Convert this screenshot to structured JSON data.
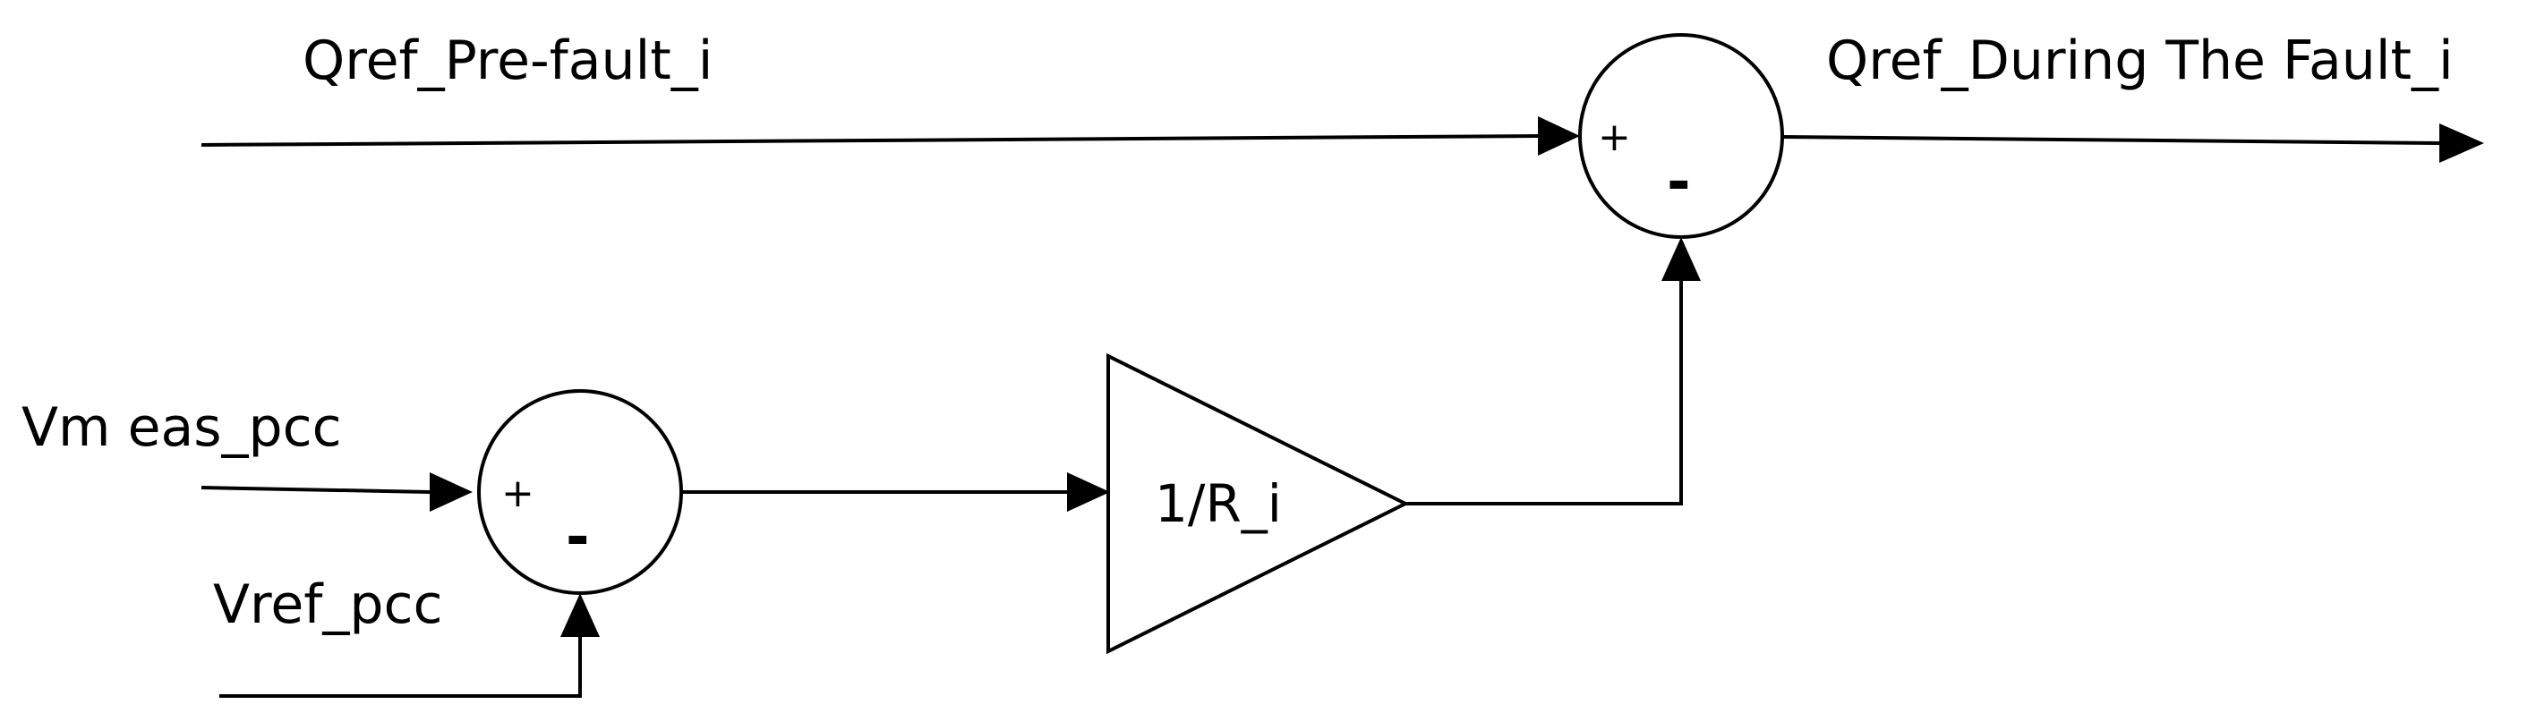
{
  "signals": {
    "qref_prefault": "Qref_Pre-fault_i",
    "qref_during_fault": "Qref_During The Fault_i",
    "vmeas": "Vm eas_pcc",
    "vref": "Vref_pcc"
  },
  "sum_top": {
    "plus": "+",
    "minus": "-"
  },
  "sum_bottom": {
    "plus": "+",
    "minus": "-"
  },
  "gain": {
    "label": "1/R_i"
  }
}
